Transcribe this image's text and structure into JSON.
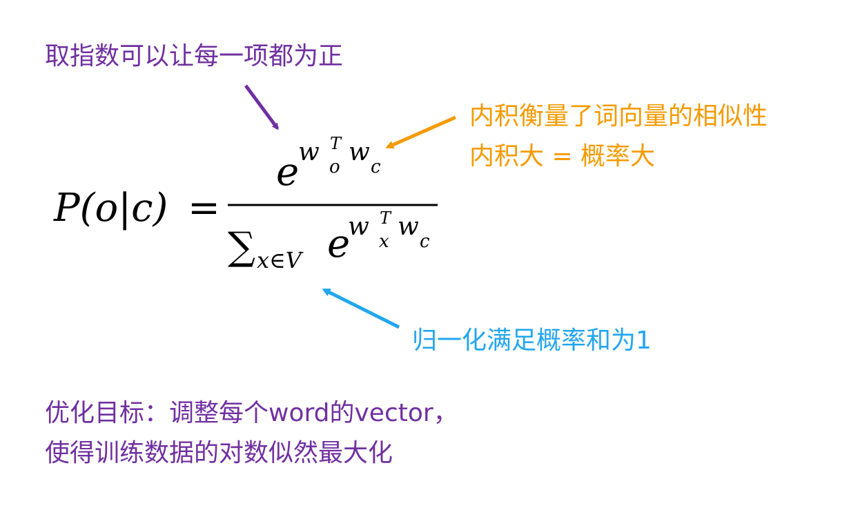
{
  "annotations": {
    "exp_note": "取指数可以让每一项都为正",
    "inner_product_note_line1": "内积衡量了词向量的相似性",
    "inner_product_note_line2": "内积大 = 概率大",
    "normalization_note": "归一化满足概率和为1",
    "objective_line1": "优化目标：调整每个word的vector，",
    "objective_line2": "使得训练数据的对数似然最大化"
  },
  "formula": {
    "lhs": "P(o|c)",
    "equals": "=",
    "numerator_base": "e",
    "numerator_w1": "w",
    "numerator_sup": "T",
    "numerator_sub1": "o",
    "numerator_w2": "w",
    "numerator_sub2": "c",
    "sum_symbol": "∑",
    "sum_index": "x∈V",
    "denominator_base": "e",
    "denominator_w1": "w",
    "denominator_sup": "T",
    "denominator_sub1": "x",
    "denominator_w2": "w",
    "denominator_sub2": "c"
  },
  "colors": {
    "purple": "#7030a0",
    "orange": "#f59a00",
    "blue": "#21a6ef",
    "formula": "#000000"
  }
}
